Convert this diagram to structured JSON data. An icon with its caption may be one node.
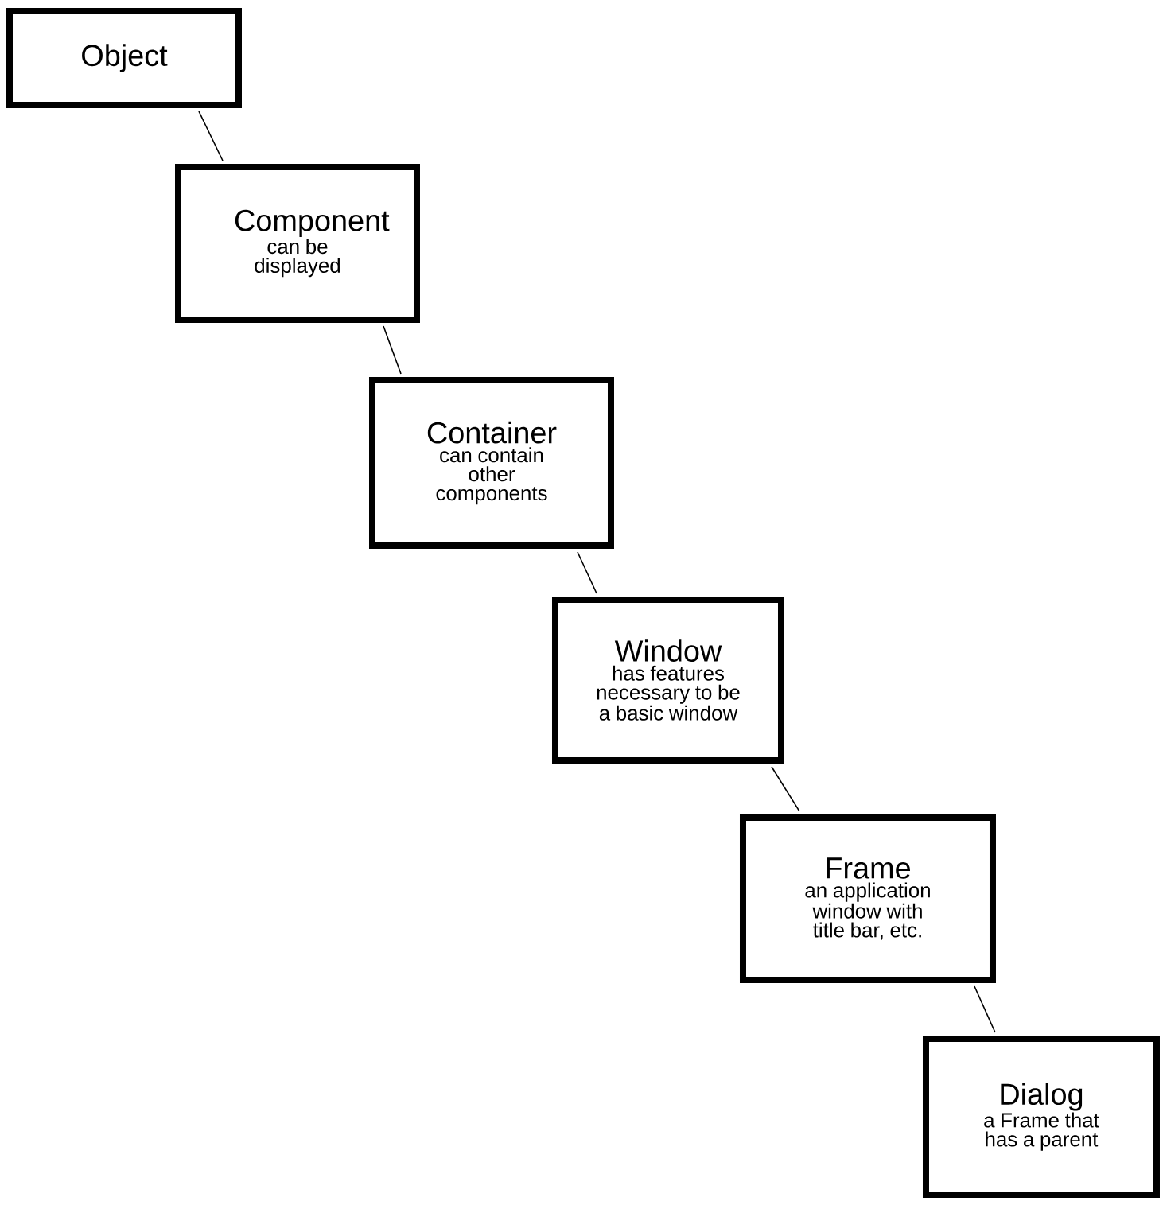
{
  "diagram": {
    "nodes": [
      {
        "text": [
          "Object"
        ]
      },
      {
        "text": [
          "Component",
          "can be displayed"
        ]
      },
      {
        "text": [
          "Container",
          "can contain other components"
        ]
      },
      {
        "text": [
          "Window",
          "has features necessary to be a basic window"
        ]
      },
      {
        "text": [
          "Frame",
          "an application window with title bar, etc."
        ]
      },
      {
        "text": [
          "Dialog",
          "a Frame that has a parent"
        ]
      }
    ],
    "edges": [
      {
        "from": 0,
        "to": 1,
        "arrow": "none"
      },
      {
        "from": 1,
        "to": 2,
        "arrow": "none"
      },
      {
        "from": 2,
        "to": 3,
        "arrow": "none"
      },
      {
        "from": 3,
        "to": 4,
        "arrow": "none"
      },
      {
        "from": 4,
        "to": 5,
        "arrow": "none"
      }
    ]
  }
}
